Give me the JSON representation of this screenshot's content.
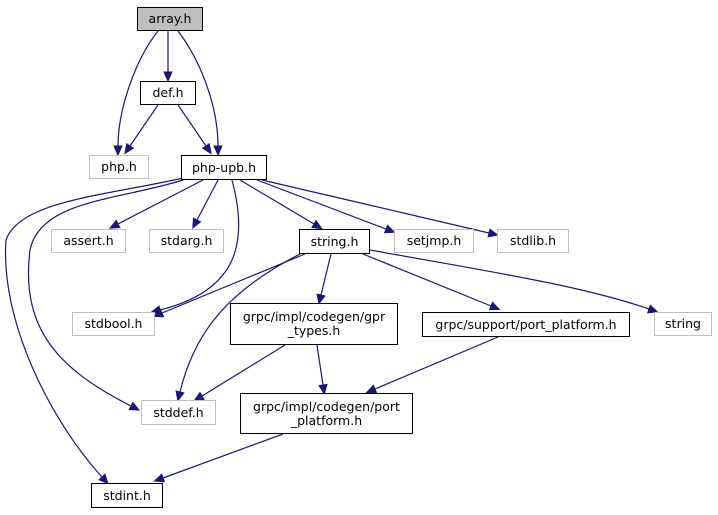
{
  "diagram": {
    "type": "include-dependency-graph",
    "colors": {
      "edge": "#191970",
      "root_fill": "#bfbfbf",
      "project_border": "#000000",
      "external_border": "#bfbfbf"
    },
    "nodes": [
      {
        "id": "array_h",
        "label": "array.h",
        "kind": "root"
      },
      {
        "id": "def_h",
        "label": "def.h",
        "kind": "project"
      },
      {
        "id": "php_h",
        "label": "php.h",
        "kind": "external"
      },
      {
        "id": "php_upb_h",
        "label": "php-upb.h",
        "kind": "project"
      },
      {
        "id": "assert_h",
        "label": "assert.h",
        "kind": "external"
      },
      {
        "id": "stdarg_h",
        "label": "stdarg.h",
        "kind": "external"
      },
      {
        "id": "string_h",
        "label": "string.h",
        "kind": "project"
      },
      {
        "id": "setjmp_h",
        "label": "setjmp.h",
        "kind": "external"
      },
      {
        "id": "stdlib_h",
        "label": "stdlib.h",
        "kind": "external"
      },
      {
        "id": "stdbool_h",
        "label": "stdbool.h",
        "kind": "external"
      },
      {
        "id": "gpr_types_h",
        "label": "grpc/impl/codegen/gpr\n_types.h",
        "kind": "project"
      },
      {
        "id": "support_port_platform_h",
        "label": "grpc/support/port_platform.h",
        "kind": "project"
      },
      {
        "id": "string",
        "label": "string",
        "kind": "external"
      },
      {
        "id": "stddef_h",
        "label": "stddef.h",
        "kind": "external"
      },
      {
        "id": "codegen_port_platform_h",
        "label": "grpc/impl/codegen/port\n_platform.h",
        "kind": "project"
      },
      {
        "id": "stdint_h",
        "label": "stdint.h",
        "kind": "project"
      }
    ],
    "edges": [
      {
        "from": "array_h",
        "to": "def_h"
      },
      {
        "from": "array_h",
        "to": "php_h"
      },
      {
        "from": "array_h",
        "to": "php_upb_h"
      },
      {
        "from": "def_h",
        "to": "php_h"
      },
      {
        "from": "def_h",
        "to": "php_upb_h"
      },
      {
        "from": "php_upb_h",
        "to": "assert_h"
      },
      {
        "from": "php_upb_h",
        "to": "stdarg_h"
      },
      {
        "from": "php_upb_h",
        "to": "string_h"
      },
      {
        "from": "php_upb_h",
        "to": "setjmp_h"
      },
      {
        "from": "php_upb_h",
        "to": "stdlib_h"
      },
      {
        "from": "php_upb_h",
        "to": "stdbool_h"
      },
      {
        "from": "php_upb_h",
        "to": "stddef_h"
      },
      {
        "from": "php_upb_h",
        "to": "stdint_h"
      },
      {
        "from": "string_h",
        "to": "stdbool_h"
      },
      {
        "from": "string_h",
        "to": "gpr_types_h"
      },
      {
        "from": "string_h",
        "to": "support_port_platform_h"
      },
      {
        "from": "string_h",
        "to": "string"
      },
      {
        "from": "string_h",
        "to": "stddef_h"
      },
      {
        "from": "gpr_types_h",
        "to": "stddef_h"
      },
      {
        "from": "gpr_types_h",
        "to": "codegen_port_platform_h"
      },
      {
        "from": "support_port_platform_h",
        "to": "codegen_port_platform_h"
      },
      {
        "from": "codegen_port_platform_h",
        "to": "stdint_h"
      }
    ]
  }
}
